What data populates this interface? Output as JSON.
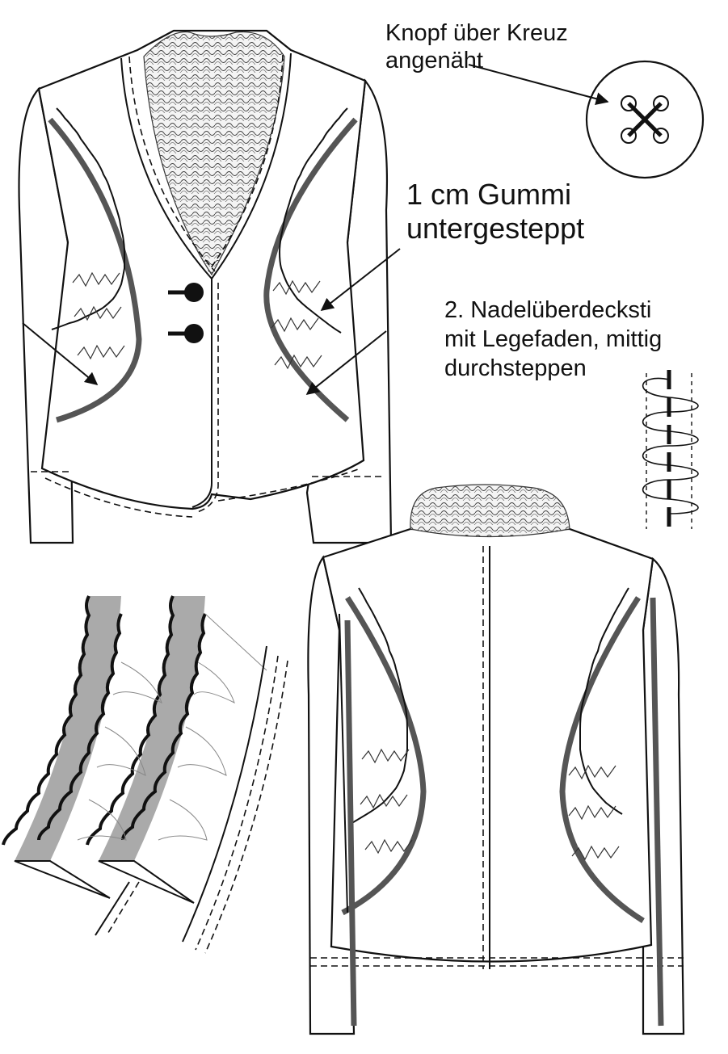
{
  "annotations": {
    "button_note": "Knopf über Kreuz\nangenäht",
    "elastic_note": "1 cm Gummi\nuntergesteppt",
    "stitch_note": "2. Nadelüberdecksti\nmit Legefaden, mittig\ndurchsteppen"
  }
}
